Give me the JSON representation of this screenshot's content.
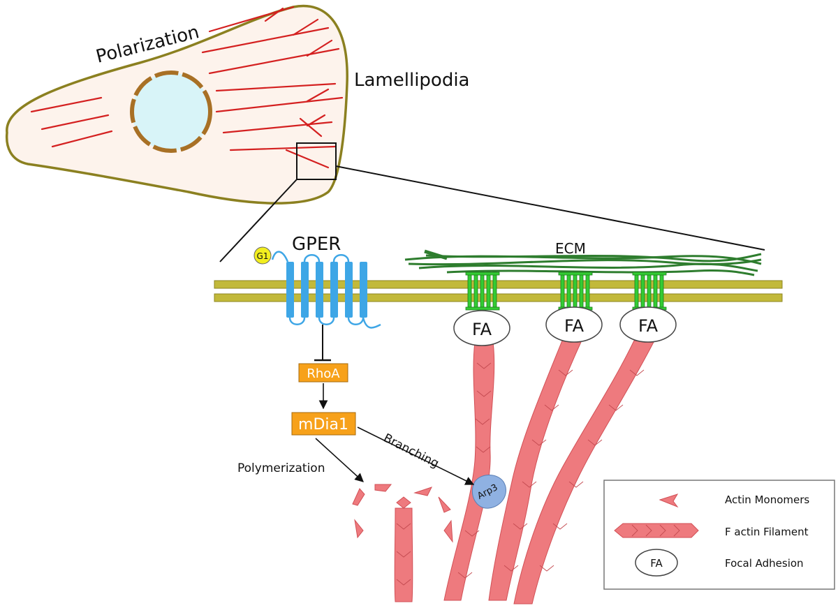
{
  "labels": {
    "polarization_title": "Polarization",
    "lamellipodia": "Lamellipodia",
    "gper": "GPER",
    "g1": "G1",
    "ecm": "ECM",
    "fa": "FA",
    "rhoa": "RhoA",
    "mdia1": "mDia1",
    "arp3": "Arp3",
    "branching": "Branching",
    "polymerization": "Polymerization"
  },
  "legend": {
    "items": [
      {
        "label": "Actin Monomers"
      },
      {
        "label": "F actin Filament"
      },
      {
        "label": "Focal Adhesion",
        "symbol": "FA"
      }
    ]
  },
  "colors": {
    "cell_outline": "#8b8020",
    "cell_fill": "#fdf3ec",
    "actin_red": "#d42020",
    "nucleus_fill": "#d8f4f8",
    "nucleus_ring": "#a87025",
    "membrane": "#c2b93a",
    "gper_blue": "#3ea6e6",
    "integrin_green": "#33cc33",
    "ecm_green": "#2e7d2e",
    "box_orange": "#f7a11a",
    "actin_pink": "#ee7a7e",
    "arp3_blue": "#8fb1e2",
    "g1_yellow": "#f2ee1f"
  }
}
